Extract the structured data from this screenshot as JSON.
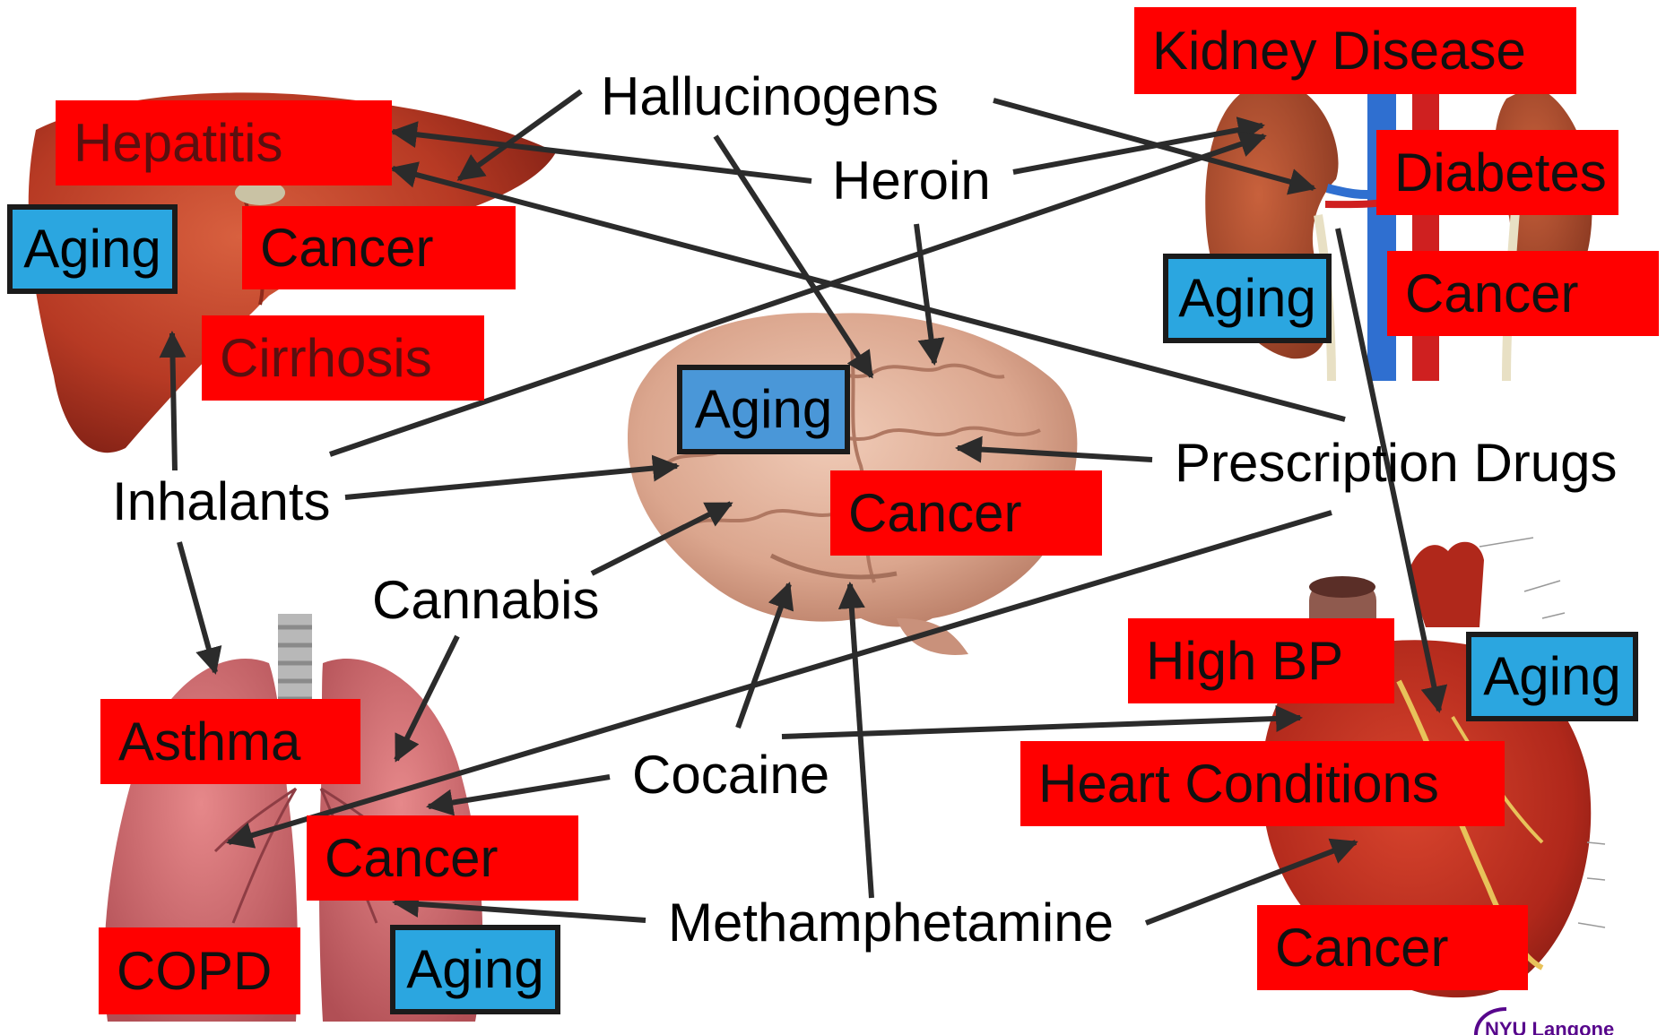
{
  "colors": {
    "condition_box": "#ff0000",
    "aging_box": "#2ba6e0",
    "aging_brain_box": "#4a97d8",
    "arrow": "#2b2b2b",
    "logo": "#57068c"
  },
  "organs": {
    "liver": "liver-illustration",
    "kidney": "kidney-illustration",
    "brain": "brain-illustration",
    "lungs": "lungs-illustration",
    "heart": "heart-illustration"
  },
  "drugs": {
    "hallucinogens": "Hallucinogens",
    "heroin": "Heroin",
    "inhalants": "Inhalants",
    "cannabis": "Cannabis",
    "prescription_drugs": "Prescription Drugs",
    "cocaine": "Cocaine",
    "methamphetamine": "Methamphetamine"
  },
  "liver": {
    "hepatitis": "Hepatitis",
    "aging": "Aging",
    "cancer": "Cancer",
    "cirrhosis": "Cirrhosis"
  },
  "kidney": {
    "kidney_disease": "Kidney Disease",
    "diabetes": "Diabetes",
    "aging": "Aging",
    "cancer": "Cancer"
  },
  "brain": {
    "aging": "Aging",
    "cancer": "Cancer"
  },
  "lungs": {
    "asthma": "Asthma",
    "cancer": "Cancer",
    "copd": "COPD",
    "aging": "Aging"
  },
  "heart": {
    "high_bp": "High BP",
    "aging": "Aging",
    "heart_conditions": "Heart Conditions",
    "cancer": "Cancer"
  },
  "logo": {
    "text": "NYU Langone"
  }
}
